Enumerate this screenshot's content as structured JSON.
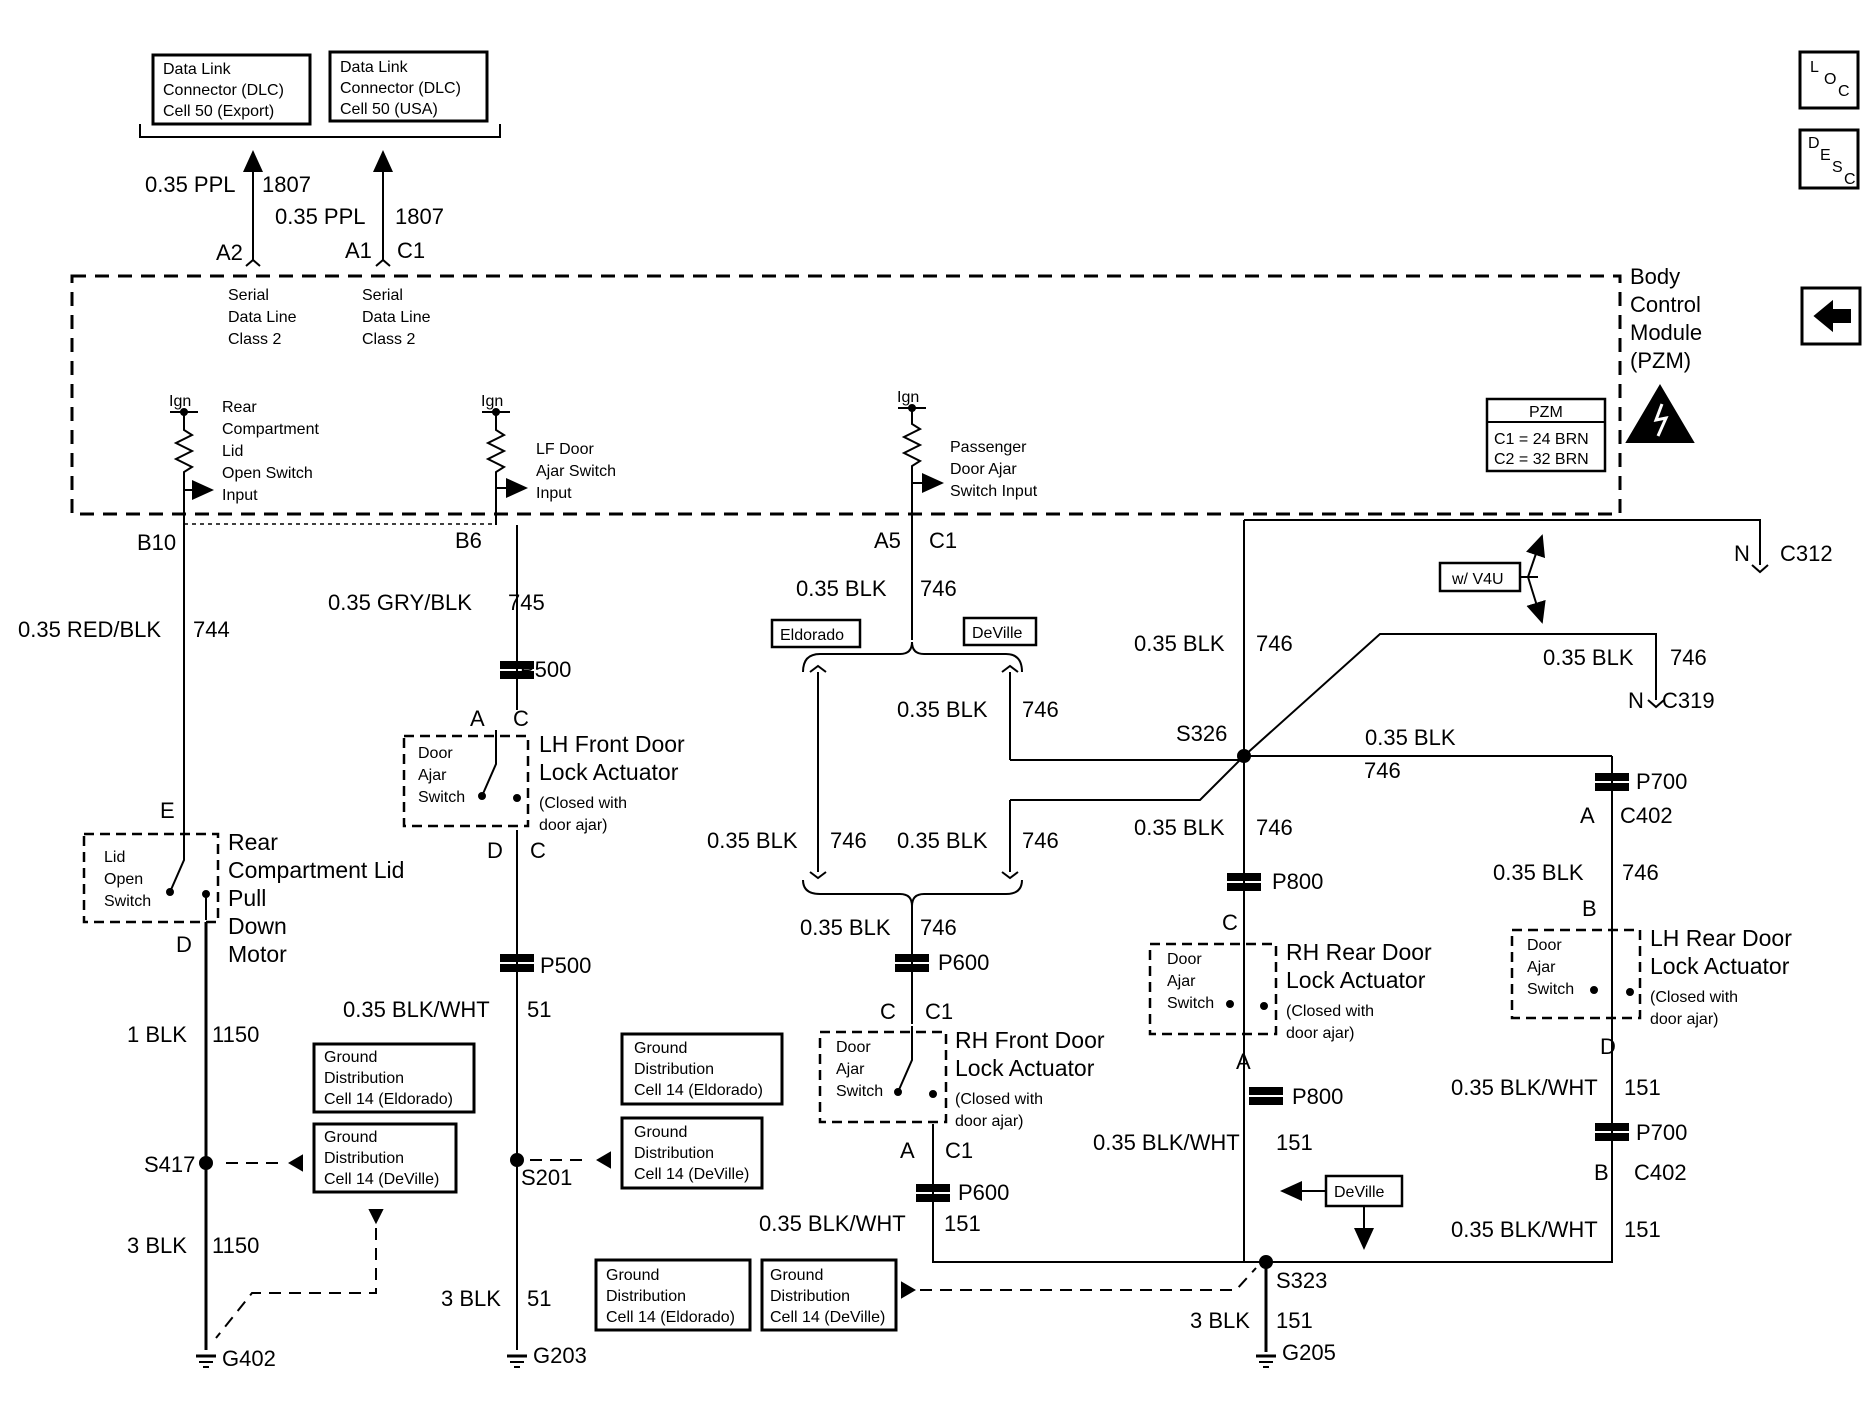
{
  "dlc_export": [
    "Data Link",
    "Connector (DLC)",
    "Cell 50 (Export)"
  ],
  "dlc_usa": [
    "Data Link",
    "Connector (DLC)",
    "Cell 50 (USA)"
  ],
  "loc_button": {
    "l1": "L",
    "l2": "O",
    "l3": "C"
  },
  "desc_button": {
    "l1": "D",
    "l2": "E",
    "l3": "S",
    "l4": "C"
  },
  "back_arrow": "←",
  "bcm_label": [
    "Body",
    "Control",
    "Module",
    "(PZM)"
  ],
  "pzm_box": {
    "title": "PZM",
    "c1": "C1 = 24 BRN",
    "c2": "C2 = 32 BRN"
  },
  "serial_line": [
    "Serial",
    "Data Line",
    "Class 2"
  ],
  "ign": "Ign",
  "rear_lid_input": [
    "Rear",
    "Compartment",
    "Lid",
    "Open Switch",
    "Input"
  ],
  "lf_ajar_input": [
    "LF Door",
    "Ajar Switch",
    "Input"
  ],
  "pass_ajar_input": [
    "Passenger",
    "Door Ajar",
    "Switch Input"
  ],
  "wires": {
    "w1807_a_gauge": "0.35 PPL",
    "w1807_a_num": "1807",
    "w1807_b_gauge": "0.35 PPL",
    "w1807_b_num": "1807",
    "w744_gauge": "0.35 RED/BLK",
    "w744_num": "744",
    "w745_gauge": "0.35 GRY/BLK",
    "w745_num": "745",
    "w746_gauge": "0.35 BLK",
    "w746_num": "746",
    "w51_gauge": "0.35 BLK/WHT",
    "w51_num": "51",
    "w1150a_gauge": "1 BLK",
    "w1150a_num": "1150",
    "w1150b_gauge": "3 BLK",
    "w1150b_num": "1150",
    "w51b_gauge": "3 BLK",
    "w51b_num": "51",
    "w151_gauge": "0.35 BLK/WHT",
    "w151_num": "151",
    "w151b_gauge": "3 BLK",
    "w151b_num": "151"
  },
  "pins": {
    "a2": "A2",
    "a1": "A1",
    "c1": "C1",
    "b10": "B10",
    "b6": "B6",
    "a5": "A5",
    "a": "A",
    "c": "C",
    "d": "D",
    "e": "E",
    "b": "B",
    "n": "N"
  },
  "connectors": {
    "p500": "P500",
    "p600": "P600",
    "p700": "P700",
    "p800": "P800",
    "c312": "C312",
    "c319": "C319",
    "c402": "C402"
  },
  "splices": {
    "s326": "S326",
    "s417": "S417",
    "s201": "S201",
    "s323": "S323"
  },
  "grounds": {
    "g402": "G402",
    "g203": "G203",
    "g205": "G205"
  },
  "options": {
    "eldorado": "Eldorado",
    "deville": "DeVille",
    "v4u": "w/ V4U"
  },
  "door_ajar_switch": [
    "Door",
    "Ajar",
    "Switch"
  ],
  "lid_open_switch": [
    "Lid",
    "Open",
    "Switch"
  ],
  "closed_with": [
    "(Closed with",
    "door ajar)"
  ],
  "lh_front": [
    "LH Front Door",
    "Lock Actuator"
  ],
  "rh_front": [
    "RH Front Door",
    "Lock Actuator"
  ],
  "rh_rear": [
    "RH Rear Door",
    "Lock Actuator"
  ],
  "lh_rear": [
    "LH Rear Door",
    "Lock Actuator"
  ],
  "rear_lid_motor": [
    "Rear",
    "Compartment Lid",
    "Pull",
    "Down",
    "Motor"
  ],
  "gnd_dist_eld": [
    "Ground",
    "Distribution",
    "Cell 14 (Eldorado)"
  ],
  "gnd_dist_dev": [
    "Ground",
    "Distribution",
    "Cell 14 (DeVille)"
  ]
}
